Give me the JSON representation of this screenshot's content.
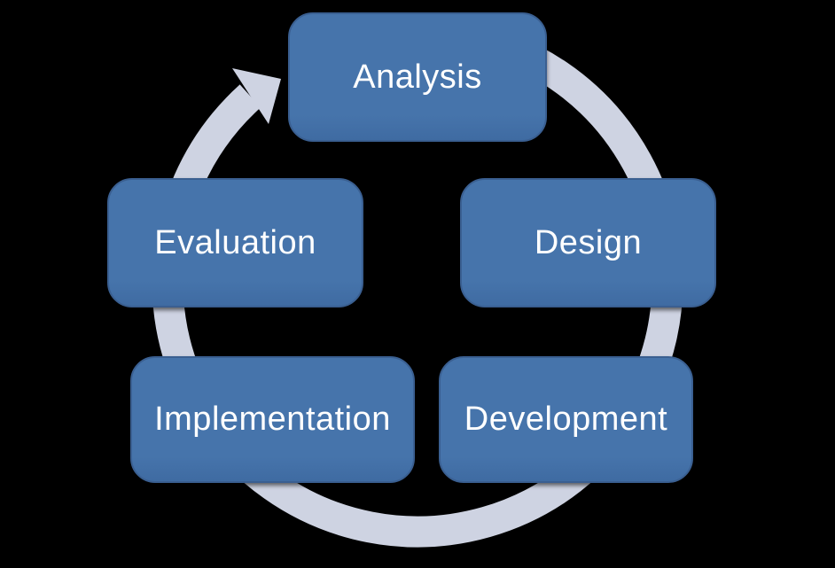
{
  "diagram": {
    "type": "cycle",
    "direction": "clockwise",
    "stages": [
      {
        "id": "analysis",
        "label": "Analysis"
      },
      {
        "id": "design",
        "label": "Design"
      },
      {
        "id": "development",
        "label": "Development"
      },
      {
        "id": "implementation",
        "label": "Implementation"
      },
      {
        "id": "evaluation",
        "label": "Evaluation"
      }
    ]
  },
  "colors": {
    "background": "#000000",
    "box_fill": "#4674ab",
    "box_border": "#3a5f91",
    "box_text": "#ffffff",
    "ring": "#ced3e2"
  }
}
